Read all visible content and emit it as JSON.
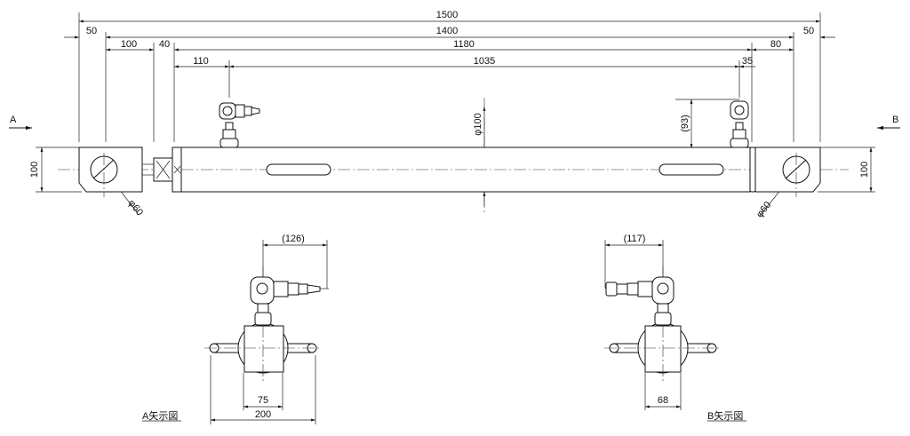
{
  "dimensions": {
    "overall": "1500",
    "pin_pitch": "1400",
    "left_end": "50",
    "right_end": "50",
    "left_block": "100",
    "left_gap": "40",
    "body": "1180",
    "right_offset": "80",
    "left_port": "110",
    "port_pitch": "1035",
    "right_port": "35",
    "port_height": "(93)",
    "tube_dia": "φ100",
    "left_height": "100",
    "right_height": "100",
    "left_hole": "φ60",
    "right_hole": "φ60"
  },
  "view_a": {
    "label": "A矢示図",
    "fitting_len": "(126)",
    "block_w": "75",
    "span": "200"
  },
  "view_b": {
    "label": "B矢示図",
    "fitting_len": "(117)",
    "block_w": "68"
  },
  "arrows": {
    "a": "A",
    "b": "B"
  }
}
